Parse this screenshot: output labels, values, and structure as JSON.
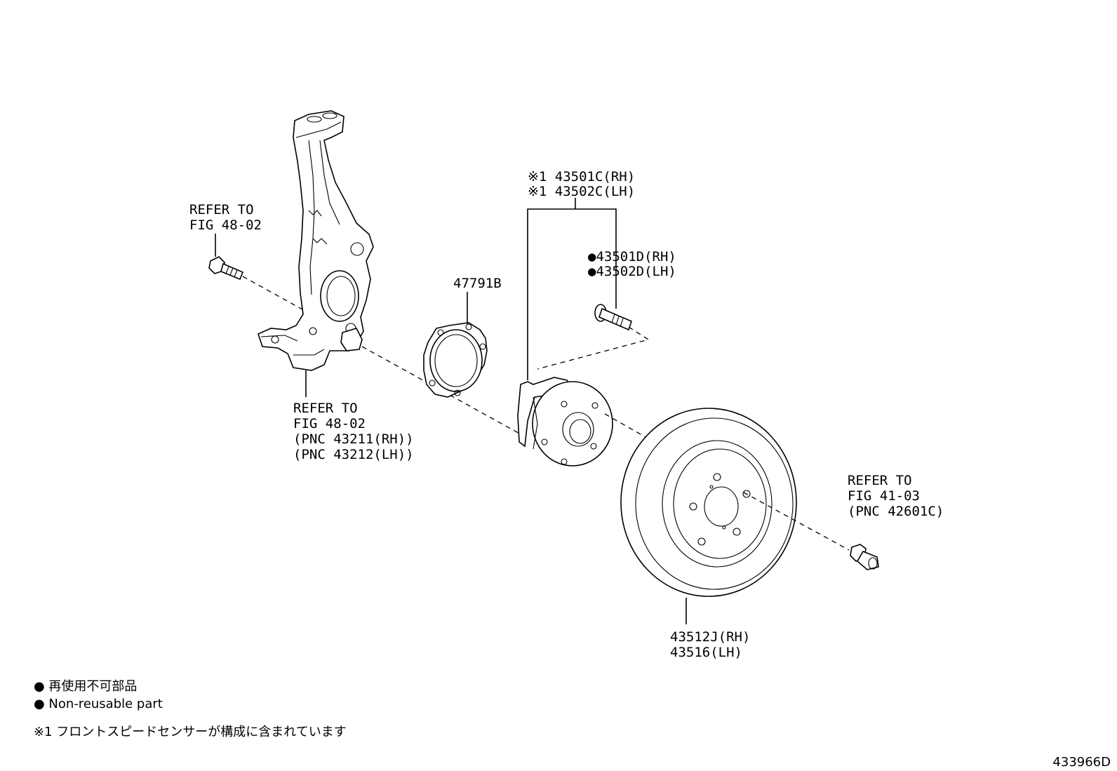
{
  "callouts": {
    "knuckle_bolt_ref": [
      "REFER TO",
      "FIG 48-02"
    ],
    "knuckle_ref": [
      "REFER TO",
      "FIG 48-02",
      "(PNC 43211(RH))",
      "(PNC 43212(LH))"
    ],
    "gasket": "47791B",
    "hub_assembly": [
      "※1 43501C(RH)",
      "※1 43502C(LH)"
    ],
    "hub_bolt": [
      "●43501D(RH)",
      "●43502D(LH)"
    ],
    "disc": [
      "43512J(RH)",
      "43516(LH)"
    ],
    "wheel_nut_ref": [
      "REFER TO",
      "FIG 41-03",
      "(PNC 42601C)"
    ]
  },
  "legend": {
    "bullet_jp": "● 再使用不可部品",
    "bullet_en": "● Non-reusable part",
    "note1": "※1 フロントスピードセンサーが構成に含まれています"
  },
  "diagram_id": "433966D"
}
